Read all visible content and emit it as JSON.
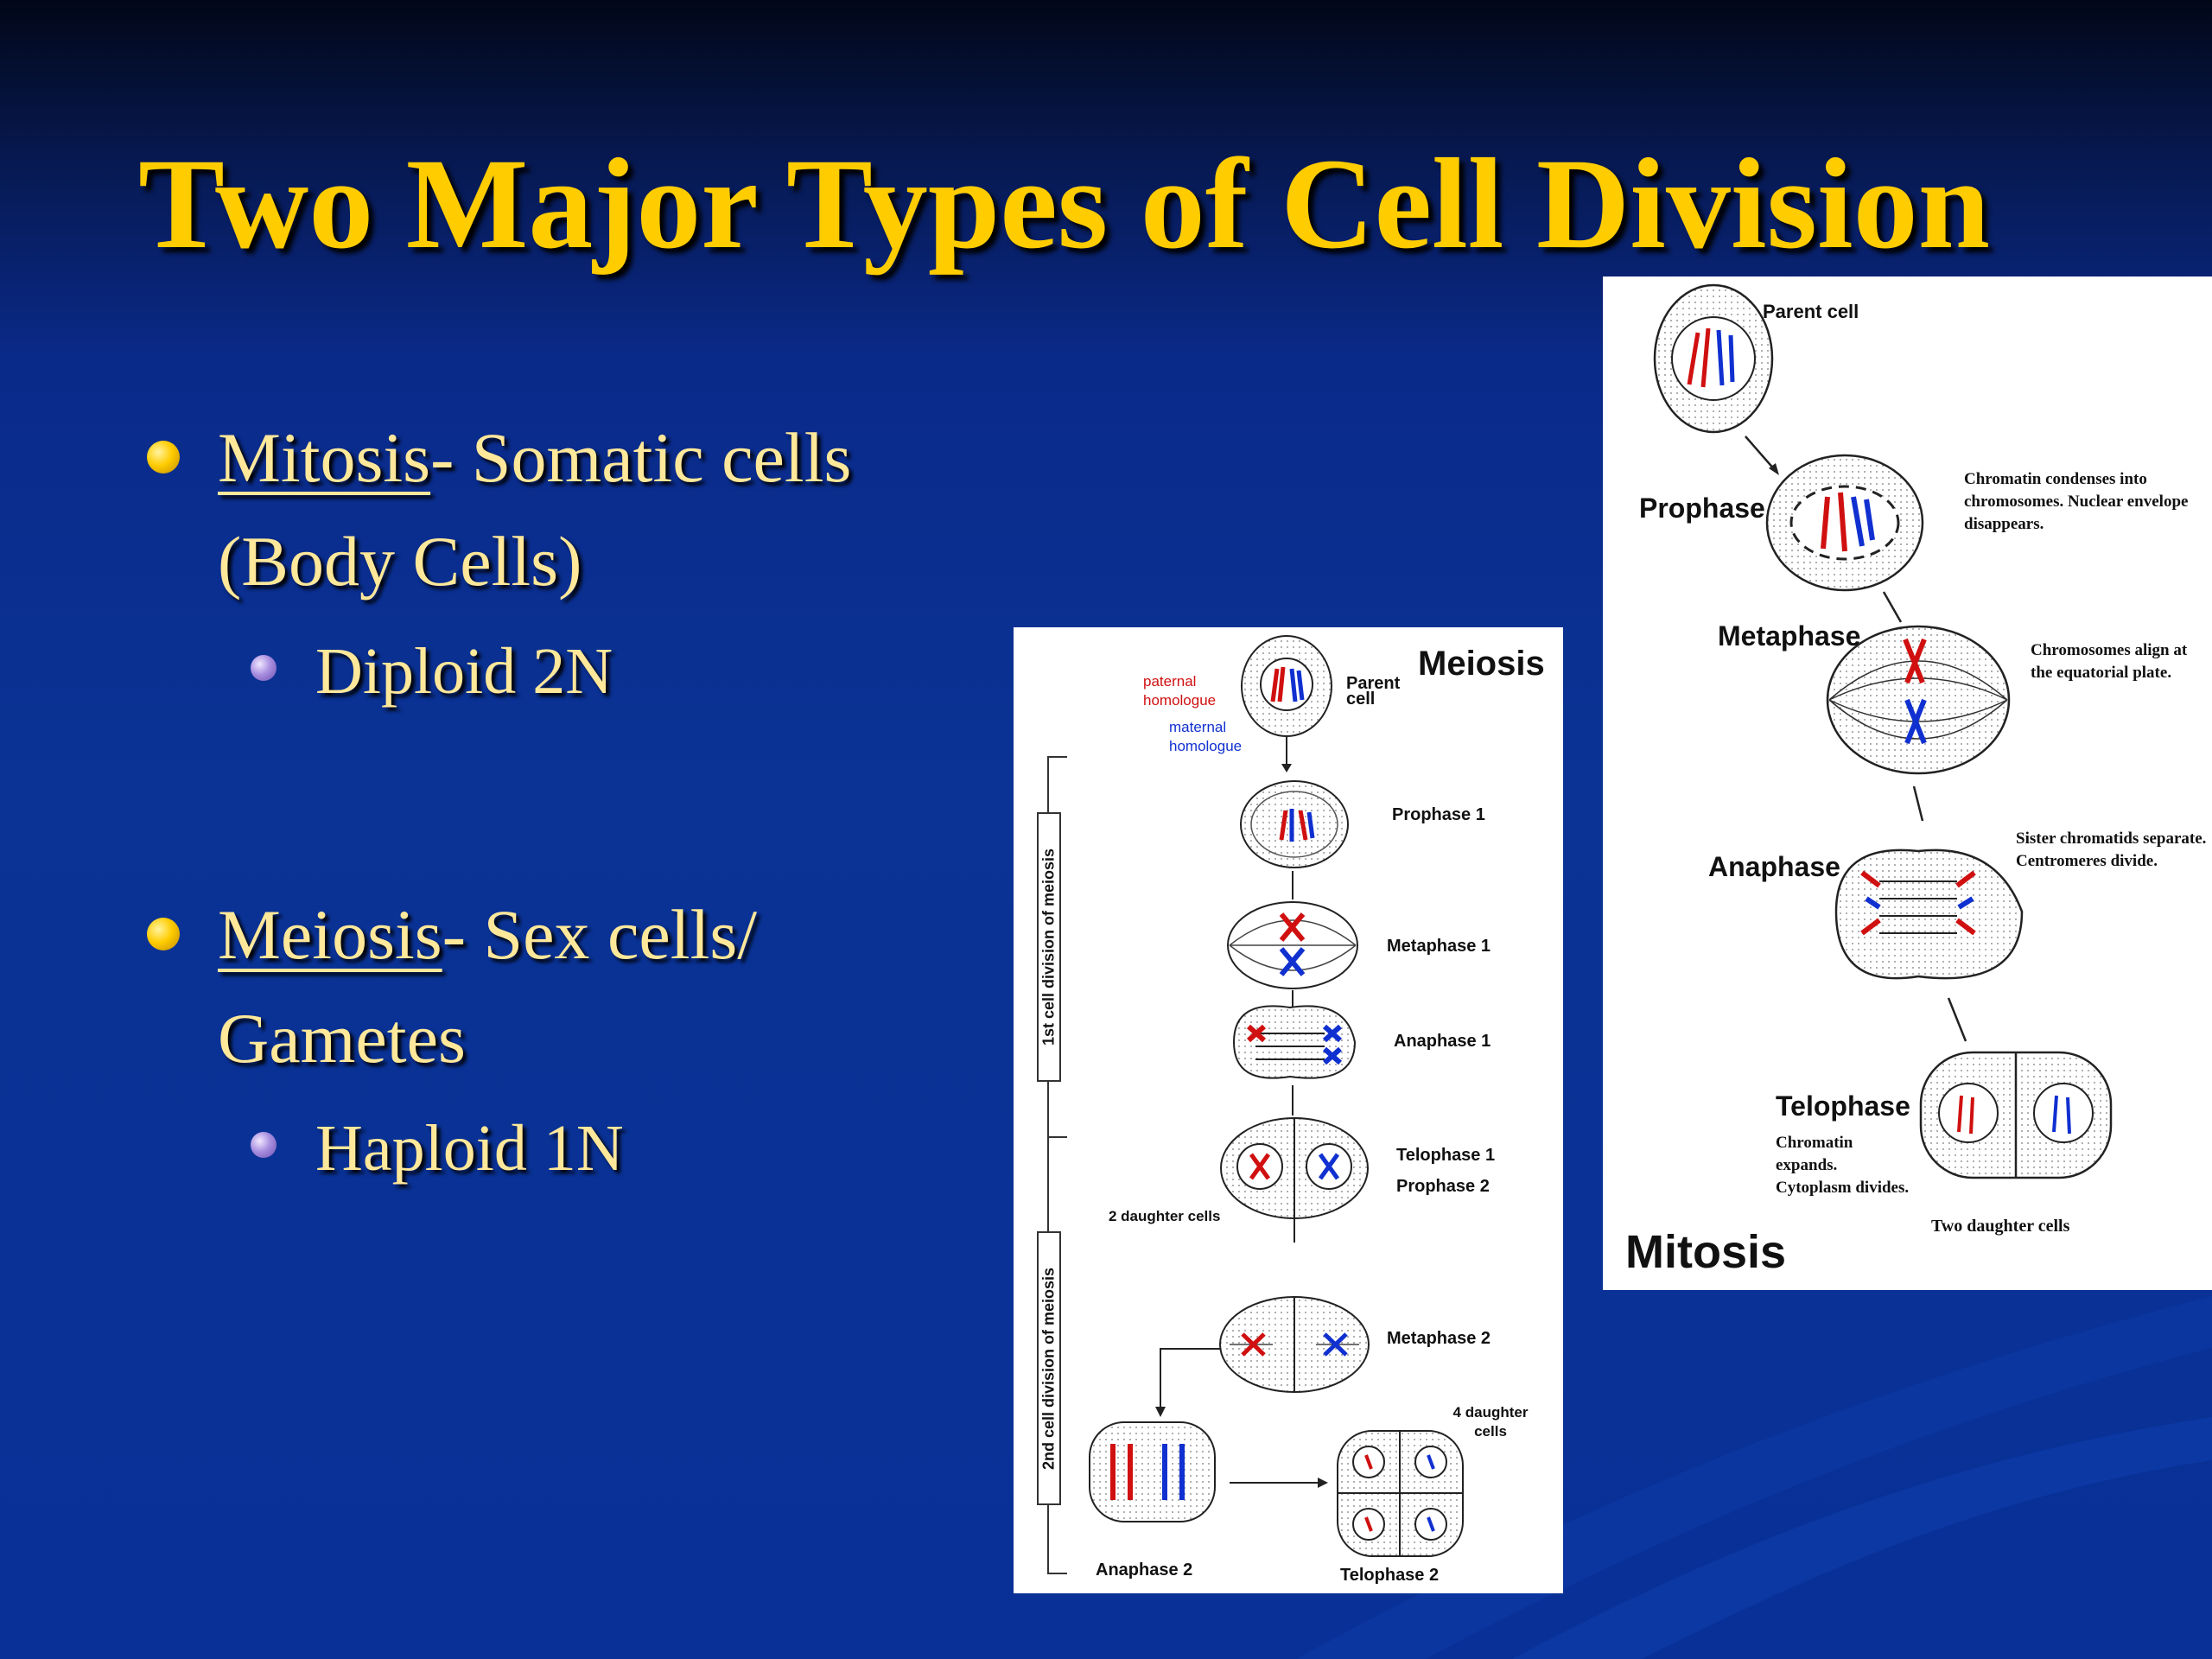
{
  "title": "Two Major Types of Cell Division",
  "bullets": [
    {
      "term": "Mitosis",
      "rest": "- Somatic cells",
      "line2": "(Body Cells)",
      "sub": "Diploid 2N"
    },
    {
      "term": "Meiosis",
      "rest": "- Sex cells/",
      "line2": "Gametes",
      "sub": "Haploid 1N"
    }
  ],
  "meiosis": {
    "heading": "Meiosis",
    "parent": "Parent cell",
    "paternal": "paternal homologue",
    "maternal": "maternal homologue",
    "div1": "1st cell division of meiosis",
    "div2": "2nd cell division of meiosis",
    "prophase1": "Prophase 1",
    "metaphase1": "Metaphase 1",
    "anaphase1": "Anaphase 1",
    "telophase1": "Telophase 1",
    "prophase2": "Prophase 2",
    "two_daughter": "2 daughter cells",
    "metaphase2": "Metaphase 2",
    "four_daughter": "4 daughter cells",
    "anaphase2": "Anaphase 2",
    "telophase2": "Telophase 2"
  },
  "mitosis": {
    "heading": "Mitosis",
    "parent": "Parent cell",
    "prophase": "Prophase",
    "prophase_note": "Chromatin condenses into chromosomes. Nuclear envelope disappears.",
    "metaphase": "Metaphase",
    "metaphase_note": "Chromosomes align at the equatorial plate.",
    "anaphase": "Anaphase",
    "anaphase_note": "Sister chromatids separate. Centromeres divide.",
    "telophase": "Telophase",
    "telophase_note": "Chromatin expands. Cytoplasm divides.",
    "two_daughter": "Two daughter cells"
  }
}
